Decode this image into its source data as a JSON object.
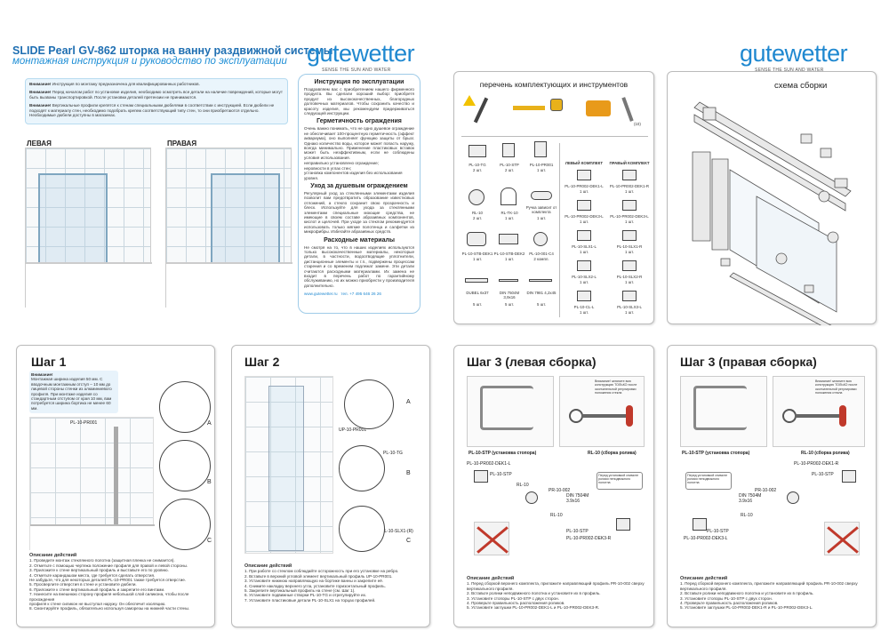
{
  "page1": {
    "title": "SLIDE Pearl GV-862 шторка на ванну раздвижной системы",
    "subtitle": "монтажная инструкция и руководство по эксплуатации",
    "logo": "gutewetter",
    "logo_tagline": "SENSE THE SUN AND WATER",
    "warnings": [
      {
        "label": "Внимание!",
        "text": "Инструкция по монтажу предназначена для квалифицированных работников."
      },
      {
        "label": "Внимание!",
        "text": "Перед началом работ по установке изделия, необходимо осмотреть все детали на наличие повреждений, которые могут быть вызваны транспортировкой. После установки деталей претензии не принимаются."
      },
      {
        "label": "Внимание!",
        "text": "Вертикальные профили крепятся к стенам специальными дюбелями в соответствии с инструкцией. Если дюбели не подходят к материалу стен, необходимо подобрать крепеж соответствующий типу стен, то они приобретаются отдельно. Необходимые дюбели доступны в магазинах."
      }
    ],
    "left_label": "ЛЕВАЯ",
    "right_label": "ПРАВАЯ",
    "care": {
      "h1": "Инструкция по эксплуатации",
      "p1": "Поздравляем вас с приобретением нашего фирменного продукта. Вы сделали хороший выбор: приобретя продукт из высококачественных, благородных долговечных материалов. Чтобы сохранить качество и красоту изделия, мы рекомендуем придерживаться следующей инструкции.",
      "h2": "Герметичность ограждения",
      "p2": "Очень важно понимать, что не одно душевое ограждение не обеспечивает 100-процентную герметичность (эффект аквариума), оно выполняет функцию защиты от брызг. Однако количество воды, которое может попасть наружу, всегда минимально. Применение пластиковых вставок может быть неэффективным, если не соблюдены условия использования.",
      "bullets": [
        "неправильно установлено ограждение;",
        "неровности в углах стен;",
        "установка компонентов изделия без использования уровня."
      ],
      "h3": "Уход за душевым ограждением",
      "p3": "Регулярный уход за стеклянными элементами изделия позволит вам предотвратить образование известковых отложений, а стекло сохранит свою прозрачность и блеск. Используйте для ухода за стеклянными элементами специальные моющие средства, не имеющие в своем составе абразивных компонентов, кислот и щелочей. При уходе за стеклом рекомендуется использовать только мягкие полотенца и салфетки из микрофибры. Избегайте абразивных средств.",
      "h4": "Расходные материалы",
      "p4": "Не смотря на то, что в наших изделиях используются только высококачественные материалы, некоторые детали, в частности, водоотводящие уплотнители, дистанционные элементы и т.п., подвержены процессам старения и со временем подлежат замене. Эти детали считаются расходными материалами. Их замена не входит в перечень работ по гарантийному обслуживанию, но их можно приобрести у производителя дополнительно.",
      "site": "www.gutewetter.ru",
      "phone": "тел. +7 495 646 26 26"
    }
  },
  "page2": {
    "heading": "перечень комплектующих и инструментов",
    "tool_count": "(10)",
    "parts": [
      {
        "code": "PL-10-TG",
        "qty": "2 шт."
      },
      {
        "code": "PL-10-STP",
        "qty": "2 шт."
      },
      {
        "code": "PL-10-PR001",
        "qty": "1 шт."
      },
      {
        "code": "RL-10",
        "qty": "2 шт."
      },
      {
        "code": "RL-TK-10",
        "qty": "1 шт."
      },
      {
        "code": "Ручка зависит от комплекта",
        "qty": "1 шт."
      },
      {
        "code": "PL-10-STB-DEK1",
        "qty": "1 шт."
      },
      {
        "code": "PL-10-STB-DEK2",
        "qty": "1 шт."
      },
      {
        "code": "PL-10-001-C4",
        "qty": "2 компл."
      },
      {
        "code": "DUBEL 6x37",
        "qty": "5 шт."
      },
      {
        "code": "DIN 7504M 3,9x16",
        "qty": "5 шт."
      },
      {
        "code": "DIN 7981 4,2x45",
        "qty": "5 шт."
      }
    ],
    "left_kit": "ЛЕВЫЙ КОМПЛЕКТ",
    "right_kit": "ПРАВЫЙ КОМПЛЕКТ",
    "left_parts": [
      {
        "code": "PL-10-PR002-DEK1-L",
        "qty": "1 шт."
      },
      {
        "code": "PL-10-PR002-DEK3-L",
        "qty": "1 шт."
      },
      {
        "code": "PL-10-SLX1-L",
        "qty": "1 шт."
      },
      {
        "code": "PL-10-SLX2-L",
        "qty": "1 шт."
      },
      {
        "code": "PL-10-CL-L",
        "qty": "1 шт."
      }
    ],
    "right_parts": [
      {
        "code": "PL-10-PR002-DEK1-R",
        "qty": "1 шт."
      },
      {
        "code": "PL-10-PR002-DEK3-L",
        "qty": "1 шт."
      },
      {
        "code": "PL-10-SLX1-R",
        "qty": "1 шт."
      },
      {
        "code": "PL-10-SLX2-R",
        "qty": "1 шт."
      },
      {
        "code": "PL-10-SLX3-L",
        "qty": "1 шт."
      }
    ]
  },
  "page3": {
    "logo": "gutewetter",
    "logo_tagline": "SENSE THE SUN AND WATER",
    "heading": "схема сборки"
  },
  "step1": {
    "title": "Шаг 1",
    "note_label": "Внимание!",
    "note": "Монтажная ширина изделия 50 мм. С вводочным монтажным отступ – 10 мм до лицевой стороны стенки из алюминиевого профиля. При монтаже изделия со стандартным отступом от края 10 мм, вам потребуется ширина бортика не менее 60 мм.",
    "part_label": "PL-10-PR001",
    "markers": [
      "A",
      "B",
      "C"
    ],
    "desc_title": "Описание действий",
    "desc": [
      "1. Проведите монтаж стеклянного полотна (защитная пленка не снимается).",
      "2. Отметьте с помощью чертежа положение профиля для правой и левой стороны.",
      "3. Приложите к стене вертикальный профиль и выставьте его по уровню.",
      "4. Отметьте карандашом места, где требуется сделать отверстия.",
      "   Не забудьте, что для некоторых деталей PL-10-PR001 также требуется отверстие.",
      "5. Просверлите отверстия в стене и установите дюбели.",
      "6. Приложите к стене вертикальный профиль и закрепите его винтами.",
      "7. Нанесите на внешнюю сторону профиля небольшой слой силикона, чтобы после прохождения",
      "   профиля к стене силикон не выступал наружу. Он обеспечит изоляцию.",
      "8. Смонтируйте профиль, обязательно используя саморезы на нижней части стены."
    ]
  },
  "step2": {
    "title": "Шаг 2",
    "labels": [
      "UP-10-PR001",
      "PL-10-TG",
      "PL-10-SLX1-(R)"
    ],
    "markers": [
      "A",
      "B",
      "C"
    ],
    "desc_title": "Описание действий",
    "desc": [
      "1. При работе со стеклом соблюдайте осторожность при его установке на ребро.",
      "2. Вставьте в верхний угловой элемент вертикальный профиль UP-10-PR001.",
      "3. Установите нижнюю направляющую на бортике ванны и закрепите её.",
      "4. Снимите накладку верхнего угла, установите горизонтальный профиль.",
      "5. Закрепите вертикальный профиль на стене (см. Шаг 1).",
      "6. Установите подвижные створки PL-10-TG и отрегулируйте их.",
      "7. Установите пластиковые детали PL-10-SLX1 на торцах профилей."
    ]
  },
  "step3L": {
    "title": "Шаг 3 (левая сборка)",
    "cap1": "PL-10-STP (установка стопора)",
    "cap2": "RL-10 (сборка ролика)",
    "side_note": "Внимание! затяните всю конструкцию ТОЛЬКО после окончательной регулировки положения стекла",
    "labels": [
      "PL-10-PR002-DEK1-L",
      "PL-10-STP",
      "RL-10",
      "PR-10-002",
      "DIN 7504M",
      "3.9x16",
      "RL-10",
      "PL-10-STP",
      "PL-10-PR002-DEK3-R"
    ],
    "callout": "Перед установкой снимите ролики неподвижного полотна",
    "desc_title": "Описание действий",
    "desc": [
      "1. Перед сборкой верхнего комплекта, приложите направляющий профиль PR-10-002 сверху вертикального профиля.",
      "2. Вставьте ролики неподвижного полотна и установите их в профиль.",
      "3. Установите стопоры PL-10-STP с двух сторон.",
      "4. Проверьте правильность расположения роликов.",
      "5. Установите заглушки PL-10-PR002-DEK1-L и PL-10-PR002-DEK3-R."
    ]
  },
  "step3R": {
    "title": "Шаг 3 (правая сборка)",
    "cap1": "PL-10-STP (установка стопора)",
    "cap2": "RL-10 (сборка ролика)",
    "side_note": "Внимание! затяните всю конструкцию ТОЛЬКО после окончательной регулировки положения стекла",
    "labels": [
      "PL-10-PR002-DEK1-R",
      "PL-10-STP",
      "PR-10-002",
      "DIN 7504M",
      "3.9x16",
      "RL-10",
      "PL-10-STP",
      "PL-10-PR002-DEK3-L"
    ],
    "callout": "Перед установкой снимите ролики неподвижного полотна",
    "desc_title": "Описание действий",
    "desc": [
      "1. Перед сборкой верхнего комплекта, приложите направляющий профиль PR-10-002 сверху вертикального профиля.",
      "2. Вставьте ролики неподвижного полотна и установите их в профиль.",
      "3. Установите стопоры PL-10-STP с двух сторон.",
      "4. Проверьте правильность расположения роликов.",
      "5. Установите заглушки PL-10-PR002-DEK1-R и PL-10-PR002-DEK3-L."
    ]
  },
  "colors": {
    "accent": "#1f6fb2",
    "light_blue": "#1f8fd6",
    "box_border": "#9fcbe8",
    "warn_red": "#c0392b"
  }
}
